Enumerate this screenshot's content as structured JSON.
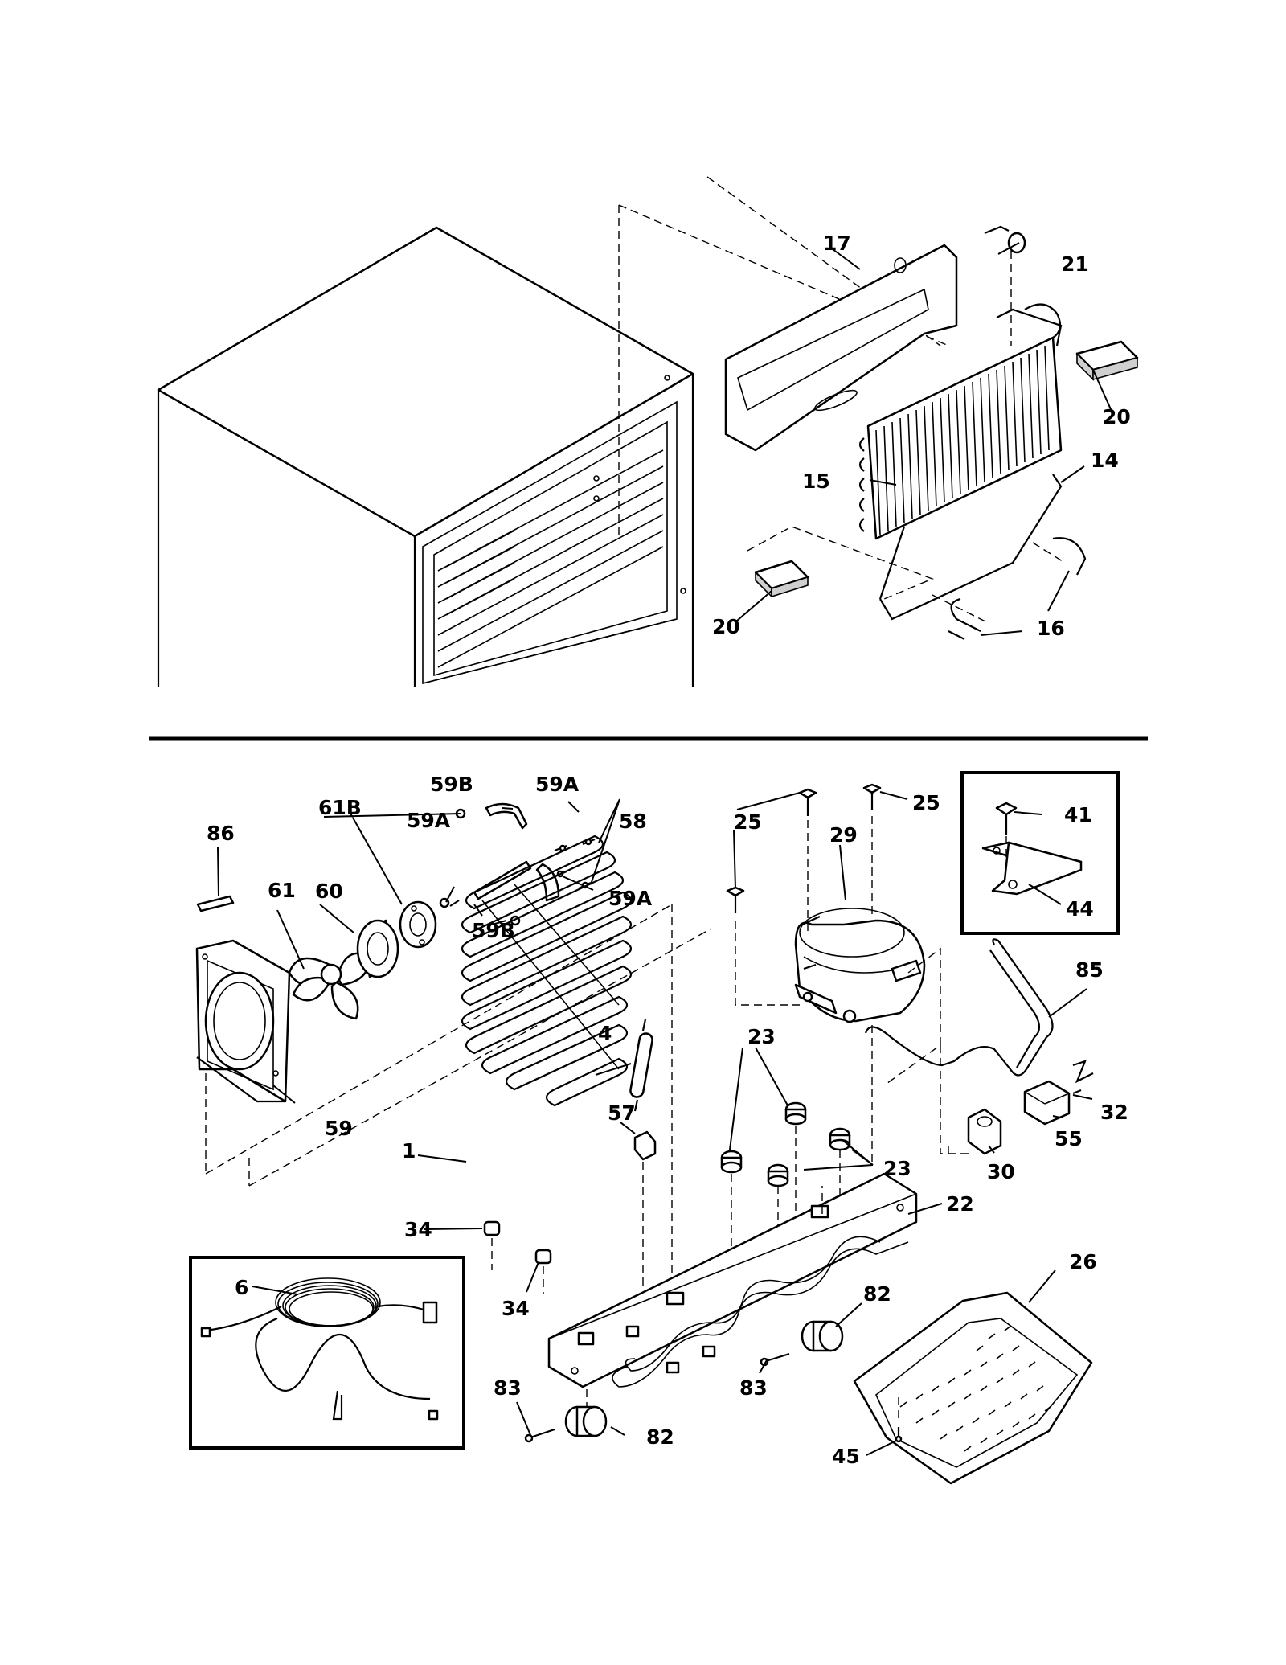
{
  "callouts": {
    "c1": "1",
    "c4": "4",
    "c6": "6",
    "c14": "14",
    "c15": "15",
    "c16": "16",
    "c17": "17",
    "c20a": "20",
    "c20b": "20",
    "c21": "21",
    "c22": "22",
    "c23a": "23",
    "c23b": "23",
    "c25a": "25",
    "c25b": "25",
    "c26": "26",
    "c29": "29",
    "c30": "30",
    "c32": "32",
    "c34a": "34",
    "c34b": "34",
    "c41": "41",
    "c44": "44",
    "c45": "45",
    "c55": "55",
    "c57": "57",
    "c58": "58",
    "c59": "59",
    "c59a1": "59A",
    "c59a2": "59A",
    "c59a3": "59A",
    "c59b1": "59B",
    "c59b2": "59B",
    "c60": "60",
    "c61": "61",
    "c61b": "61B",
    "c82a": "82",
    "c82b": "82",
    "c83a": "83",
    "c83b": "83",
    "c85": "85",
    "c86": "86"
  }
}
